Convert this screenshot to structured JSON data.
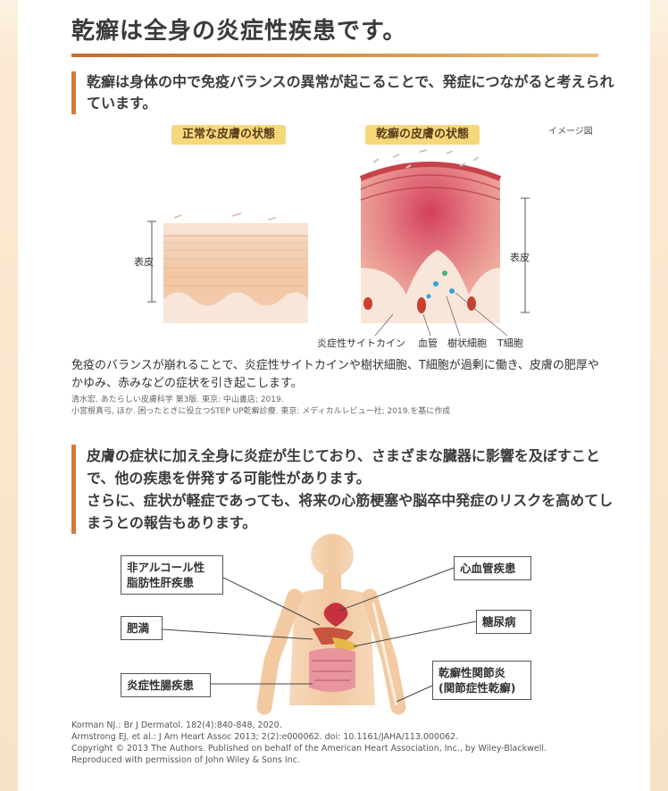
{
  "title": "乾癬は全身の炎症性疾患です。",
  "lead1": "乾癬は身体の中で免疫バランスの異常が起こることで、発症につながると考えられています。",
  "skin_figure": {
    "normal_label": "正常な皮膚の状態",
    "psoriasis_label": "乾癬の皮膚の状態",
    "image_note": "イメージ図",
    "epidermis_left": "表皮",
    "epidermis_right": "表皮",
    "callouts": [
      "炎症性サイトカイン",
      "血管",
      "樹状細胞",
      "T細胞"
    ]
  },
  "description": "免疫のバランスが崩れることで、炎症性サイトカインや樹状細胞、T細胞が過剰に働き、皮膚の肥厚やかゆみ、赤みなどの症状を引き起こします。",
  "references": [
    "清水宏. あたらしい皮膚科学 第3版. 東京: 中山書店; 2019.",
    "小宮根真弓, ほか. 困ったときに役立つSTEP UP乾癬診療. 東京: メディカルレビュー社; 2019.を基に作成"
  ],
  "lead2": [
    "皮膚の症状に加え全身に炎症が生じており、さまざまな臓器に影響を及ぼすことで、他の疾患を併発する可能性があります。",
    "さらに、症状が軽症であっても、将来の心筋梗塞や脳卒中発症のリスクを高めてしまうとの報告もあります。"
  ],
  "comorbidities": {
    "nafld": [
      "非アルコール性",
      "脂肪性肝疾患"
    ],
    "obesity": "肥満",
    "ibd": "炎症性腸疾患",
    "cardio": "心血管疾患",
    "diabetes": "糖尿病",
    "arthritis": [
      "乾癬性関節炎",
      "(関節症性乾癬)"
    ]
  },
  "citations": [
    "Korman NJ.: Br J Dermatol. 182(4):840-848, 2020.",
    "Armstrong EJ, et al.: J Am Heart Assoc 2013; 2(2):e000062. doi: 10.1161/JAHA/113.000062.",
    "Copyright © 2013 The Authors. Published on behalf of the American Heart Association, Inc., by Wiley-Blackwell.",
    "Reproduced with permission of John Wiley & Sons Inc."
  ],
  "colors": {
    "accent": "#d5783a",
    "tag": "#f6d77a",
    "skin": "#f1c7a4",
    "inflamed": "#d94b5a"
  }
}
